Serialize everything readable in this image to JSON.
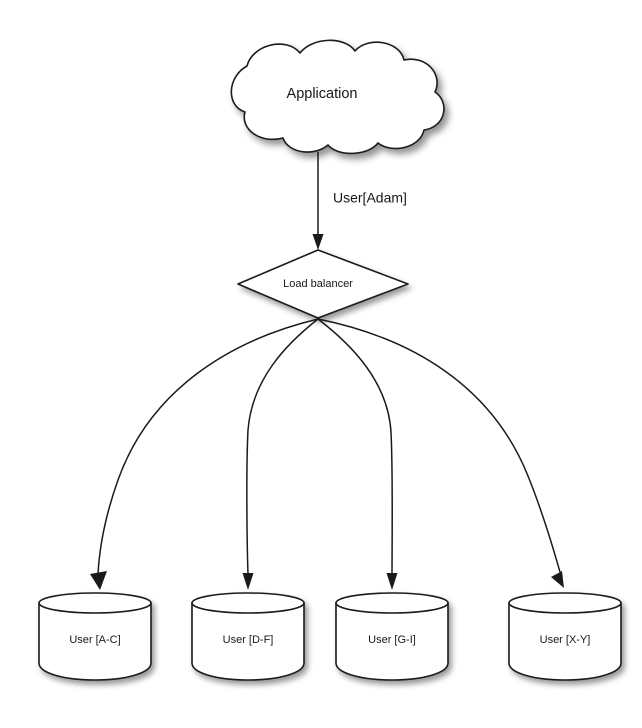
{
  "diagram": {
    "title_text": "Application",
    "background_color": "#ffffff",
    "stroke_color": "#1a1a1a",
    "text_color": "#17171c",
    "nodes": {
      "cloud": {
        "label": "Application",
        "shape": "cloud"
      },
      "load_balancer": {
        "label": "Load balancer",
        "shape": "diamond"
      },
      "databases": [
        {
          "label": "User [A-C]",
          "shape": "cylinder"
        },
        {
          "label": "User [D-F]",
          "shape": "cylinder"
        },
        {
          "label": "User [G-I]",
          "shape": "cylinder"
        },
        {
          "label": "User [X-Y]",
          "shape": "cylinder"
        }
      ]
    },
    "edges": {
      "app_to_lb_label": "User[Adam]"
    }
  }
}
